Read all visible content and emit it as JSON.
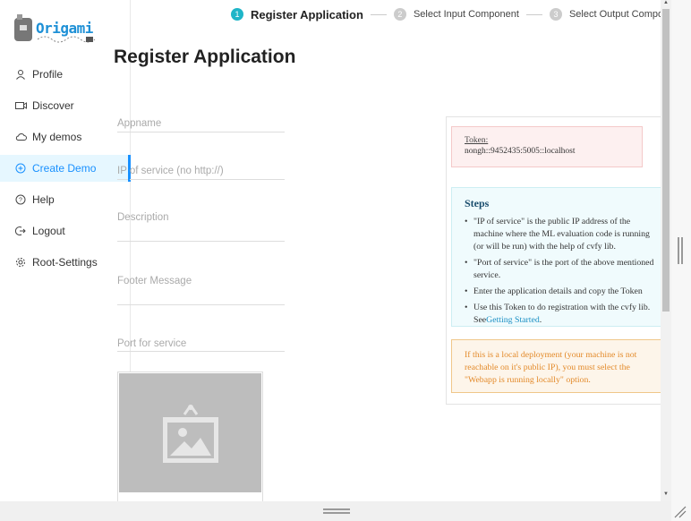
{
  "logo": {
    "text": "Origami"
  },
  "sidebar": {
    "items": [
      {
        "label": "Profile",
        "icon": "user-icon"
      },
      {
        "label": "Discover",
        "icon": "video-icon"
      },
      {
        "label": "My demos",
        "icon": "cloud-icon"
      },
      {
        "label": "Create Demo",
        "icon": "plus-circle-icon",
        "active": true
      },
      {
        "label": "Help",
        "icon": "question-circle-icon"
      },
      {
        "label": "Logout",
        "icon": "logout-icon"
      },
      {
        "label": "Root-Settings",
        "icon": "gear-icon"
      }
    ]
  },
  "steps": [
    {
      "num": "1",
      "title": "Register Application",
      "status": "active"
    },
    {
      "num": "2",
      "title": "Select Input Component",
      "status": "wait"
    },
    {
      "num": "3",
      "title": "Select Output Component",
      "status": "wait"
    }
  ],
  "page": {
    "title": "Register Application"
  },
  "form": {
    "appname": {
      "placeholder": "Appname",
      "value": ""
    },
    "ip": {
      "placeholder": "IP of service (no http://)",
      "value": ""
    },
    "description": {
      "placeholder": "Description",
      "value": ""
    },
    "footer": {
      "placeholder": "Footer Message",
      "value": ""
    },
    "port": {
      "placeholder": "Port for service",
      "value": ""
    }
  },
  "token": {
    "label": "Token:",
    "value": "nongh::9452435:5005::localhost"
  },
  "steps_info": {
    "heading": "Steps",
    "items": [
      [
        "\"IP of service\" is the public IP address of the",
        "machine where the ML evaluation code is running",
        "(or will be run) with the help of cvfy lib."
      ],
      [
        "\"Port of service\" is the port of the above mentioned",
        "service."
      ],
      [
        "Enter the application details and copy the Token"
      ],
      [
        "Use this Token to do registration with the cvfy lib."
      ]
    ],
    "see_prefix": "See",
    "link": "Getting Started",
    "see_suffix": "."
  },
  "warning": {
    "lines": [
      "If this is a local deployment (your machine is not",
      "reachable on it's public IP), you must select the",
      "\"Webapp is running locally\" option."
    ]
  },
  "colors": {
    "accent": "#1890ff",
    "step_active": "#1fb5c8",
    "warning_text": "#e38a2a"
  }
}
